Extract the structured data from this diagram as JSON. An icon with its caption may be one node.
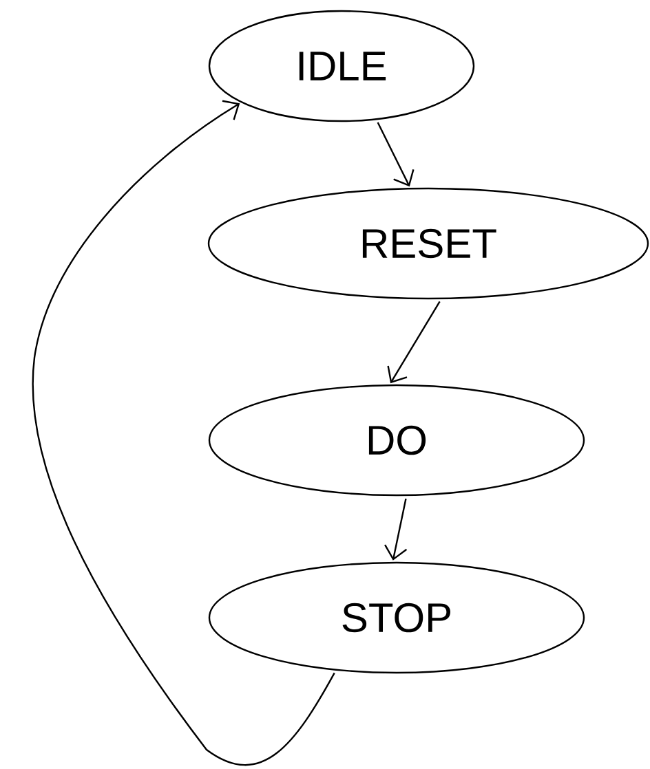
{
  "diagram": {
    "nodes": [
      {
        "text": [
          "IDLE"
        ]
      },
      {
        "text": [
          "RESET"
        ]
      },
      {
        "text": [
          "DO"
        ]
      },
      {
        "text": [
          "STOP"
        ]
      }
    ],
    "edges": [
      {
        "from": 0,
        "to": 1,
        "arrow": "to"
      },
      {
        "from": 1,
        "to": 2,
        "arrow": "to"
      },
      {
        "from": 2,
        "to": 3,
        "arrow": "to"
      },
      {
        "from": 3,
        "to": 0,
        "arrow": "to"
      }
    ]
  }
}
